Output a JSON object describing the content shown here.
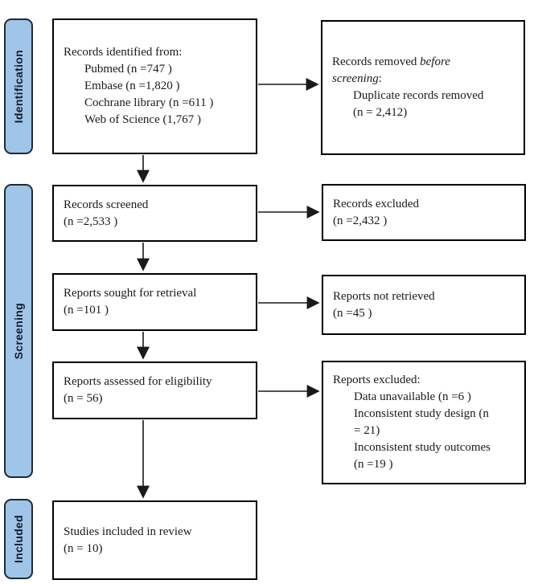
{
  "diagram_type": "prisma-flow-diagram",
  "stages": [
    {
      "id": "identification",
      "label": "Identification"
    },
    {
      "id": "screening",
      "label": "Screening"
    },
    {
      "id": "included",
      "label": "Included"
    }
  ],
  "boxes": {
    "records_identified": {
      "lines": [
        {
          "text": "Records identified from:"
        },
        {
          "text": "Pubmed (n =747 )",
          "indent": 1
        },
        {
          "text": "Embase (n =1,820 )",
          "indent": 1
        },
        {
          "text": "Cochrane library (n =611 )",
          "indent": 1
        },
        {
          "text": "Web of Science (1,767 )",
          "indent": 1
        }
      ]
    },
    "records_removed": {
      "lines": [
        {
          "segs": [
            {
              "t": "Records removed "
            },
            {
              "t": "before",
              "i": true
            }
          ]
        },
        {
          "segs": [
            {
              "t": "screening",
              "i": true
            },
            {
              "t": ":"
            }
          ]
        },
        {
          "text": "Duplicate records removed",
          "indent": 1
        },
        {
          "text": "(n = 2,412)",
          "indent": 1
        }
      ]
    },
    "records_screened": {
      "lines": [
        {
          "text": "Records screened"
        },
        {
          "text": "(n =2,533 )"
        }
      ]
    },
    "records_excluded": {
      "lines": [
        {
          "text": "Records excluded"
        },
        {
          "text": "(n =2,432 )"
        }
      ]
    },
    "reports_sought": {
      "lines": [
        {
          "text": "Reports sought for retrieval"
        },
        {
          "text": "(n =101 )"
        }
      ]
    },
    "reports_not_retrieved": {
      "lines": [
        {
          "text": "Reports not retrieved"
        },
        {
          "text": "(n =45 )"
        }
      ]
    },
    "reports_assessed": {
      "lines": [
        {
          "text": "Reports assessed for eligibility"
        },
        {
          "text": "(n = 56)"
        }
      ]
    },
    "reports_excluded": {
      "lines": [
        {
          "text": "Reports excluded:"
        },
        {
          "text": "Data unavailable (n =6 )",
          "indent": 1
        },
        {
          "text": "Inconsistent study design (n",
          "indent": 1
        },
        {
          "text": "= 21)",
          "indent": 1
        },
        {
          "text": "Inconsistent study outcomes",
          "indent": 1
        },
        {
          "text": "(n =19 )",
          "indent": 1
        }
      ]
    },
    "studies_included": {
      "lines": [
        {
          "text": "Studies included in review"
        },
        {
          "text": "(n = 10)"
        }
      ]
    }
  },
  "colors": {
    "stage_fill": "#9FC5E8",
    "stage_border": "#1F2A38",
    "box_border": "#000000",
    "arrow": "#1a1a1a",
    "text": "#1a1a1a"
  }
}
